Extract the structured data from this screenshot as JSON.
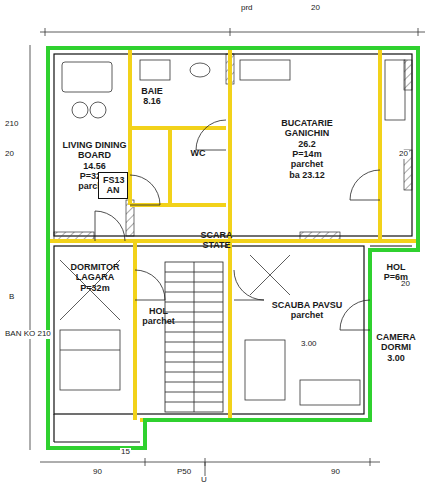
{
  "diagram": {
    "nodes": [
      {
        "text": [
          "LIVING DINING BOARD",
          "14.56",
          "P=32m",
          "parchet"
        ]
      },
      {
        "text": [
          "FS13",
          "AN"
        ]
      },
      {
        "text": [
          "BAIE",
          "8.16"
        ]
      },
      {
        "text": [
          "WC"
        ]
      },
      {
        "text": [
          "BUCATARIE GANICHIN",
          "26.2",
          "P=14m",
          "parchet",
          "ba 23.12"
        ]
      },
      {
        "text": [
          "HOL",
          "parchet"
        ]
      },
      {
        "text": [
          "DORMITOR",
          "LAGARA",
          "P=32m"
        ]
      },
      {
        "text": [
          "SCARA",
          "STATE"
        ]
      },
      {
        "text": [
          "SCAUBA PAVSU",
          "parchet"
        ]
      },
      {
        "text": [
          "HOL",
          "P=6m"
        ]
      },
      {
        "text": [
          "CAMERA",
          "DORMI",
          "3.00"
        ]
      }
    ],
    "labels": [
      "BAN KO 210",
      "210",
      "20",
      "B",
      "90",
      "P50",
      "15",
      "20",
      "20",
      "3.00",
      "U",
      "prd",
      "20",
      "90"
    ]
  }
}
